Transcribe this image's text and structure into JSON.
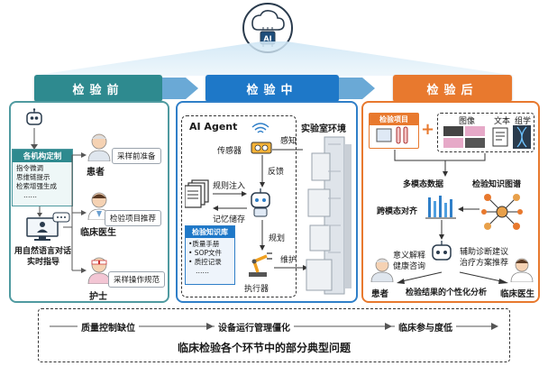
{
  "stages": [
    {
      "label": "检验前",
      "color": "#2e8a8f"
    },
    {
      "label": "检验中",
      "color": "#1e78c8"
    },
    {
      "label": "检验后",
      "color": "#e8792e"
    }
  ],
  "pre": {
    "ai_box_title": "各机构定制",
    "ai_box_items": [
      "指令微调",
      "思维链提示",
      "检索增强生成",
      "……"
    ],
    "patient": "患者",
    "patient_task": "采样前准备",
    "doctor": "临床医生",
    "doctor_task": "检验项目推荐",
    "nurse": "护士",
    "nurse_task": "采样操作规范",
    "guide_line1": "用自然语言对话",
    "guide_line2": "实时指导"
  },
  "mid": {
    "agent_title": "AI Agent",
    "sensor": "传感器",
    "perceive": "感知",
    "feedback": "反馈",
    "rule_inject": "规则注入",
    "memory": "记忆储存",
    "kb_title": "检验知识库",
    "kb_items": [
      "•质量手册",
      "• SOP文件",
      "• 质控记录",
      "……"
    ],
    "plan": "规划",
    "executor": "执行器",
    "maintain": "维护",
    "lab_env": "实验室环境"
  },
  "post": {
    "lab_item": "检验项目",
    "image": "图像",
    "text": "文本",
    "group": "组学",
    "multimodal": "多模态数据",
    "kg": "检验知识图谱",
    "align": "跨模态对齐",
    "explain1": "意义解释",
    "explain2": "健康咨询",
    "assist1": "辅助诊断建议",
    "assist2": "治疗方案推荐",
    "patient": "患者",
    "doctor": "临床医生",
    "personal": "检验结果的个性化分析"
  },
  "bottom": {
    "items": [
      "质量控制缺位",
      "设备运行管理僵化",
      "临床参与度低"
    ],
    "title": "临床检验各个环节中的部分典型问题"
  },
  "ai_chip_label": "AI"
}
